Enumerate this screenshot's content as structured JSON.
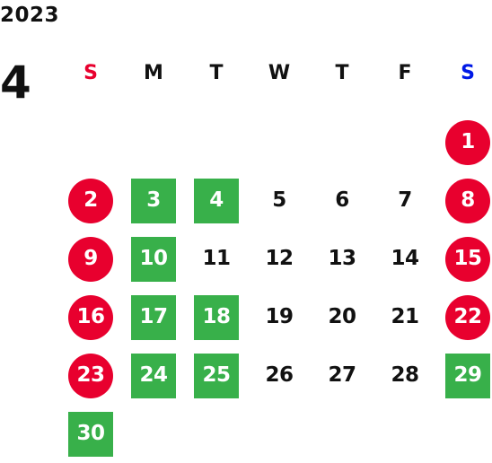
{
  "calendar": {
    "year": "2023",
    "month": "4",
    "weekdays": [
      {
        "label": "S",
        "color": "#e8002e"
      },
      {
        "label": "M",
        "color": "#111111"
      },
      {
        "label": "T",
        "color": "#111111"
      },
      {
        "label": "W",
        "color": "#111111"
      },
      {
        "label": "T",
        "color": "#111111"
      },
      {
        "label": "F",
        "color": "#111111"
      },
      {
        "label": "S",
        "color": "#0019e6"
      }
    ],
    "colors": {
      "holiday_red": "#e8002e",
      "closed_green": "#38b04a",
      "text": "#111111"
    },
    "days": [
      {
        "label": "",
        "style": "empty"
      },
      {
        "label": "",
        "style": "empty"
      },
      {
        "label": "",
        "style": "empty"
      },
      {
        "label": "",
        "style": "empty"
      },
      {
        "label": "",
        "style": "empty"
      },
      {
        "label": "",
        "style": "empty"
      },
      {
        "label": "1",
        "style": "red"
      },
      {
        "label": "2",
        "style": "red"
      },
      {
        "label": "3",
        "style": "green"
      },
      {
        "label": "4",
        "style": "green"
      },
      {
        "label": "5",
        "style": "plain"
      },
      {
        "label": "6",
        "style": "plain"
      },
      {
        "label": "7",
        "style": "plain"
      },
      {
        "label": "8",
        "style": "red"
      },
      {
        "label": "9",
        "style": "red"
      },
      {
        "label": "10",
        "style": "green"
      },
      {
        "label": "11",
        "style": "plain"
      },
      {
        "label": "12",
        "style": "plain"
      },
      {
        "label": "13",
        "style": "plain"
      },
      {
        "label": "14",
        "style": "plain"
      },
      {
        "label": "15",
        "style": "red"
      },
      {
        "label": "16",
        "style": "red"
      },
      {
        "label": "17",
        "style": "green"
      },
      {
        "label": "18",
        "style": "green"
      },
      {
        "label": "19",
        "style": "plain"
      },
      {
        "label": "20",
        "style": "plain"
      },
      {
        "label": "21",
        "style": "plain"
      },
      {
        "label": "22",
        "style": "red"
      },
      {
        "label": "23",
        "style": "red"
      },
      {
        "label": "24",
        "style": "green"
      },
      {
        "label": "25",
        "style": "green"
      },
      {
        "label": "26",
        "style": "plain"
      },
      {
        "label": "27",
        "style": "plain"
      },
      {
        "label": "28",
        "style": "plain"
      },
      {
        "label": "29",
        "style": "green"
      },
      {
        "label": "30",
        "style": "green"
      }
    ]
  }
}
